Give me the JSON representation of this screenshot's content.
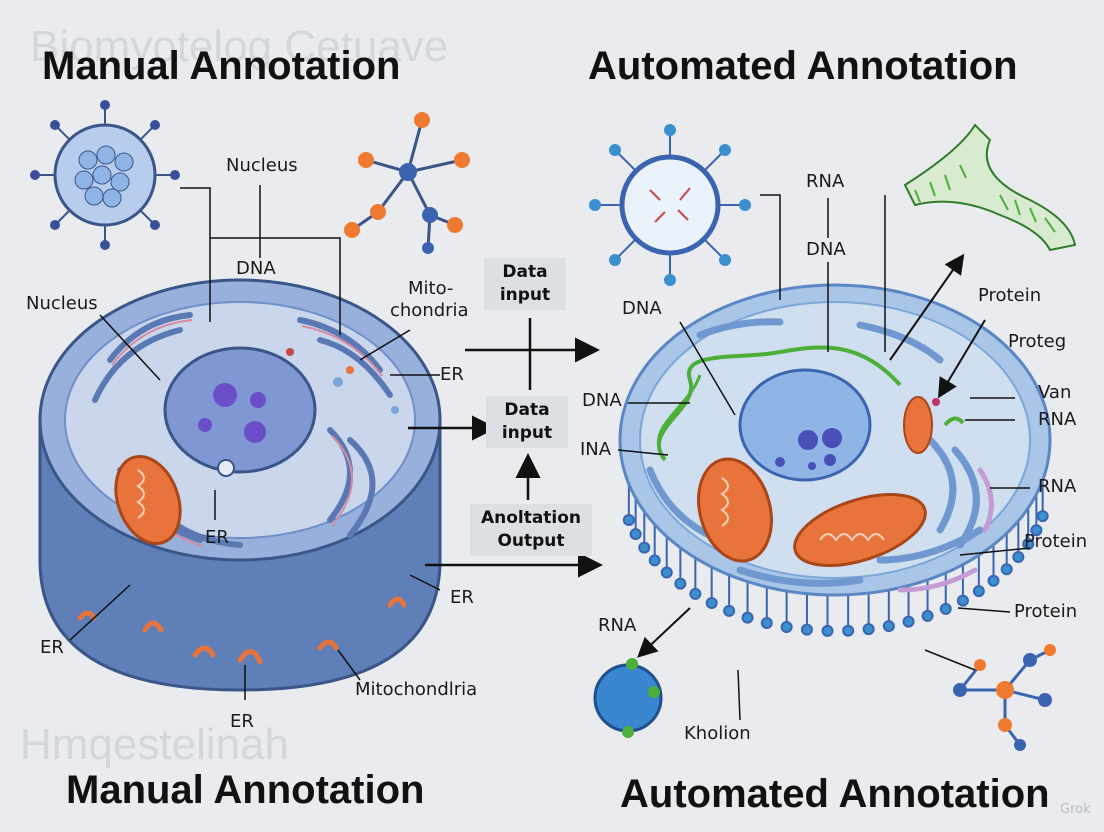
{
  "headings": {
    "top_left": "Manual Annotation",
    "top_right": "Automated Annotation",
    "bottom_left": "Manual Annotation",
    "bottom_right": "Automated Annotation"
  },
  "left_labels": {
    "nucleus_top": "Nucleus",
    "dna": "DNA",
    "mito_a": "Mito-",
    "mito_b": "chondria",
    "nucleus_side": "Nucleus",
    "er_right": "ER",
    "er_center": "ER",
    "er_lower_right": "ER",
    "er_left": "ER",
    "er_bottom": "ER",
    "mitochondria_bottom": "Mitochondlria"
  },
  "center": {
    "data_input_1": "Data input",
    "data_input_2": "Data input",
    "output": "Anoltation Output"
  },
  "right_labels": {
    "rna_top": "RNA",
    "dna_top": "DNA",
    "dna_left": "DNA",
    "protein_1": "Protein",
    "proteg": "Proteg",
    "dna_mid": "DNA",
    "van": "Van",
    "rna_1": "RNA",
    "ina": "INA",
    "rna_2": "RNA",
    "protein_2": "Protein",
    "protein_3": "Protein",
    "rna_bottom": "RNA",
    "kholion": "Kholion"
  },
  "watermark": "Grok",
  "colors": {
    "background": "#e9ebee",
    "cell_blue": "#6f8fc9",
    "membrane_light": "#a9c6e8",
    "mitochondria_orange": "#e8743b",
    "molecule_orange": "#ef7a2f",
    "molecule_blue": "#3a64b0",
    "dna_green": "#4caf3a",
    "nucleolus_purple": "#6a4fc8"
  }
}
